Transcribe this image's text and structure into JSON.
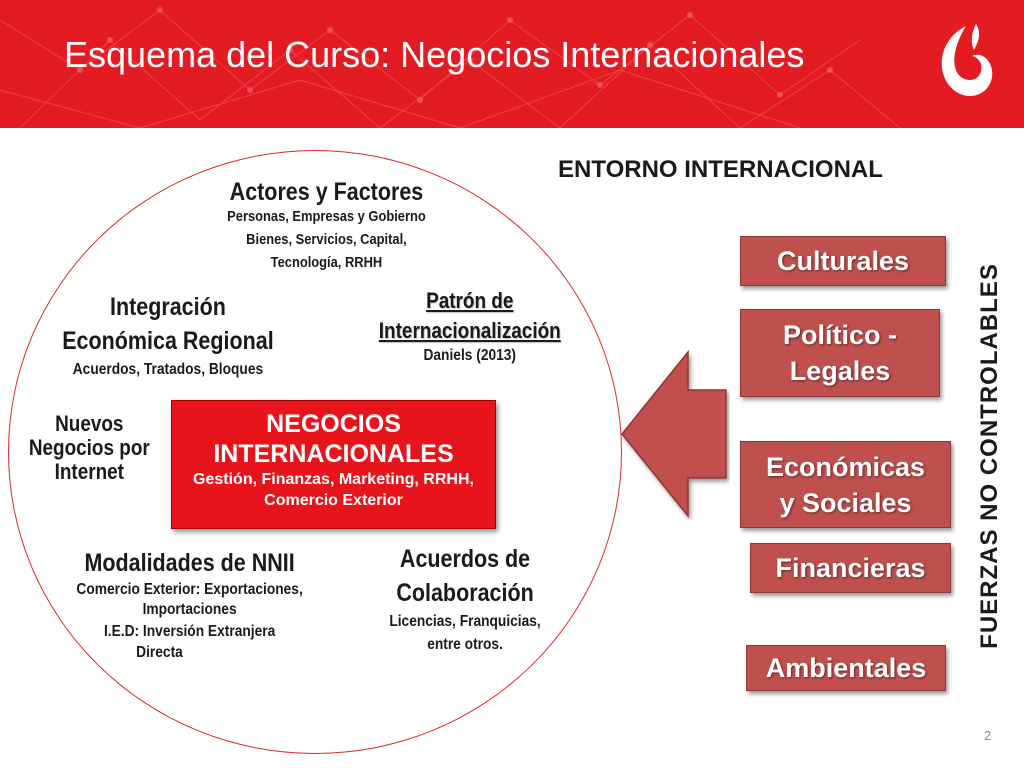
{
  "header": {
    "title": "Esquema del Curso: Negocios Internacionales",
    "background_color": "#e31b23",
    "logo_icon": "upc-flame-logo-icon"
  },
  "diagram": {
    "actores": {
      "title": "Actores y Factores",
      "lines": [
        "Personas, Empresas y  Gobierno",
        "Bienes, Servicios, Capital,",
        "Tecnología, RRHH"
      ]
    },
    "integracion": {
      "title_lines": [
        "Integración",
        "Económica Regional"
      ],
      "subtitle": "Acuerdos, Tratados, Bloques"
    },
    "patron": {
      "title_lines": [
        "Patrón de",
        "Internacionalización"
      ],
      "subtitle": "Daniels (2013)"
    },
    "nuevos": {
      "lines": [
        "Nuevos",
        "Negocios por",
        "Internet"
      ]
    },
    "core": {
      "title_lines": [
        "NEGOCIOS",
        "INTERNACIONALES"
      ],
      "subtitle_lines": [
        "Gestión, Finanzas, Marketing, RRHH,",
        "Comercio Exterior"
      ],
      "color": "#e8141b"
    },
    "modalidades": {
      "title": "Modalidades de NNII",
      "lines": [
        "Comercio Exterior: Exportaciones,",
        "Importaciones",
        "I.E.D: Inversión Extranjera",
        "Directa"
      ]
    },
    "acuerdos": {
      "title_lines": [
        "Acuerdos de",
        "Colaboración"
      ],
      "lines": [
        "Licencias, Franquicias,",
        "entre otros."
      ]
    }
  },
  "environment": {
    "title": "ENTORNO INTERNACIONAL",
    "vertical_label": "FUERZAS NO CONTROLABLES",
    "force_color": "#c0504d",
    "forces": [
      {
        "label": "Culturales"
      },
      {
        "label": "Político -\nLegales"
      },
      {
        "label": "Económicas\ny Sociales"
      },
      {
        "label": "Financieras"
      },
      {
        "label": "Ambientales"
      }
    ]
  },
  "footer": {
    "page_number": "2"
  }
}
